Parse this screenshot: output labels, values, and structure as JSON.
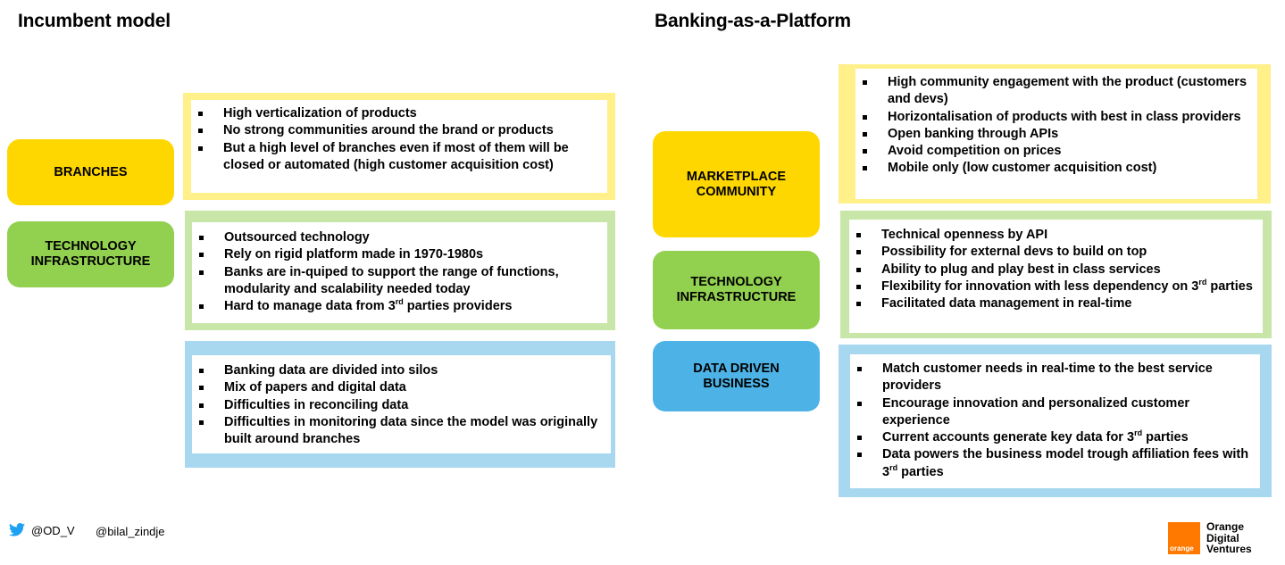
{
  "left": {
    "title": "Incumbent model",
    "sections": [
      {
        "label_lines": [
          "BRANCHES"
        ],
        "color": "#ffd700",
        "items": [
          "High verticalization of products",
          "No strong communities around the brand or products",
          "But a high level of branches even if most of them will be closed or automated (high customer acquisition cost)"
        ]
      },
      {
        "label_lines": [
          "TECHNOLOGY",
          "INFRASTRUCTURE"
        ],
        "color": "#92d050",
        "items": [
          "Outsourced technology",
          "Rely on rigid platform made in 1970-1980s",
          "Banks are in-quiped to support the range of functions, modularity and scalability needed today",
          "Hard to manage data from 3rd parties providers"
        ]
      },
      {
        "label_lines": [],
        "color": "#4db3e6",
        "items": [
          "Banking data are divided into silos",
          "Mix of papers and digital data",
          "Difficulties in reconciling data",
          "Difficulties in monitoring data since the model was originally built around branches"
        ]
      }
    ]
  },
  "right": {
    "title": "Banking-as-a-Platform",
    "sections": [
      {
        "label_lines": [
          "MARKETPLACE",
          "COMMUNITY"
        ],
        "color": "#ffd700",
        "items": [
          "High community engagement with the product (customers and devs)",
          "Horizontalisation of products with best in class providers",
          "Open banking through APIs",
          "Avoid competition on prices",
          "Mobile only (low customer acquisition cost)"
        ]
      },
      {
        "label_lines": [
          "TECHNOLOGY",
          "INFRASTRUCTURE"
        ],
        "color": "#92d050",
        "items": [
          "Technical openness by API",
          "Possibility for external devs to build on top",
          "Ability to plug and play best in class services",
          "Flexibility for innovation with less dependency on 3rd parties",
          "Facilitated data management in real-time"
        ]
      },
      {
        "label_lines": [
          "DATA DRIVEN",
          "BUSINESS"
        ],
        "color": "#4db3e6",
        "items": [
          "Match customer needs in real-time to the best service providers",
          "Encourage innovation and personalized customer experience",
          "Current accounts generate key data for 3rd parties",
          "Data powers the business model trough affiliation fees with 3rd parties"
        ]
      }
    ]
  },
  "footer": {
    "twitter_handle": "@OD_V",
    "author_handle": "@bilal_zindje",
    "icons": [
      "twitter-bird-icon"
    ],
    "logo_box_text": "orange",
    "logo_lines": [
      "Orange",
      "Digital",
      "Ventures"
    ]
  }
}
